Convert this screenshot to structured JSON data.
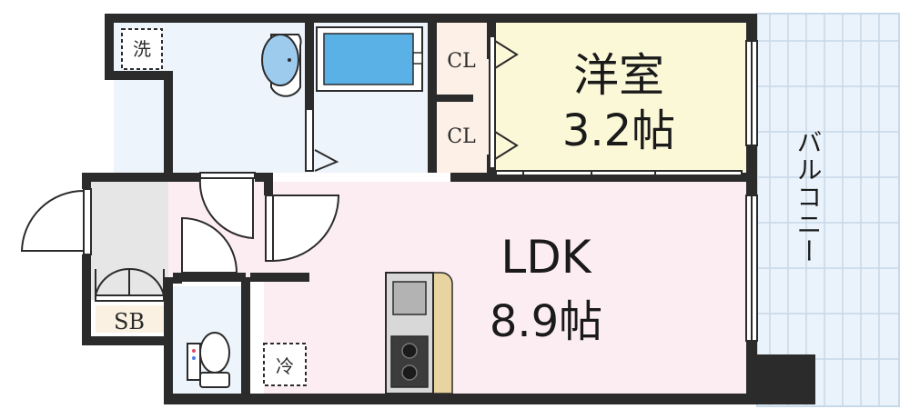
{
  "rooms": {
    "bedroom": {
      "name": "洋室",
      "size": "3.2帖"
    },
    "ldk": {
      "name": "LDK",
      "size": "8.9帖"
    },
    "balcony": {
      "name": "バルコニー"
    }
  },
  "labels": {
    "closet_upper": "CL",
    "closet_lower": "CL",
    "shoe_box": "SB",
    "washer": "洗",
    "fridge": "冷"
  },
  "colors": {
    "wall": "#2b2b2b",
    "bedroom_floor": "#fbf8d8",
    "ldk_floor": "#fcedf3",
    "wet_area_floor": "#eef4fb",
    "closet_floor": "#fdf0e6",
    "balcony_tile": "#eaf3fb",
    "kitchen_counter": "#e8d4a0",
    "bath_tub": "#5ab1e6"
  }
}
